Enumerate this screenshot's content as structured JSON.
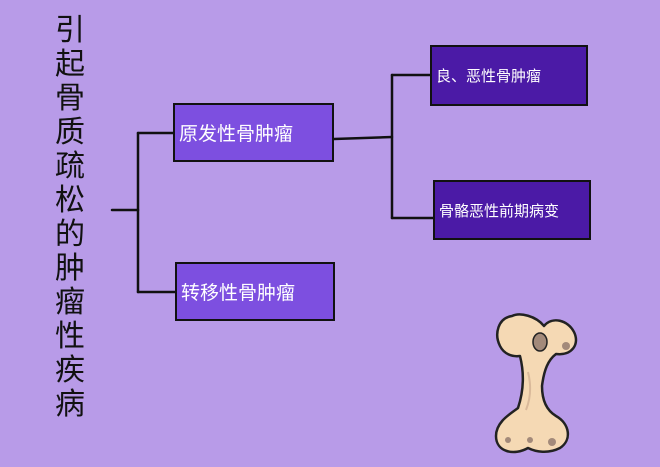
{
  "diagram": {
    "title": "引起骨质疏松的肿瘤性疾病",
    "level1": [
      {
        "id": "primary",
        "label": "原发性骨肿瘤"
      },
      {
        "id": "metastatic",
        "label": "转移性骨肿瘤"
      }
    ],
    "level2_primary": [
      {
        "id": "benign",
        "label": "良、恶性骨肿瘤"
      },
      {
        "id": "precancer",
        "label": "骨骼恶性前期病变"
      }
    ],
    "colors": {
      "background": "#b89be8",
      "node_level1": "#7d4fe0",
      "node_level2": "#4b1aa6",
      "line": "#111111",
      "bone": "#f5d9b4"
    }
  }
}
